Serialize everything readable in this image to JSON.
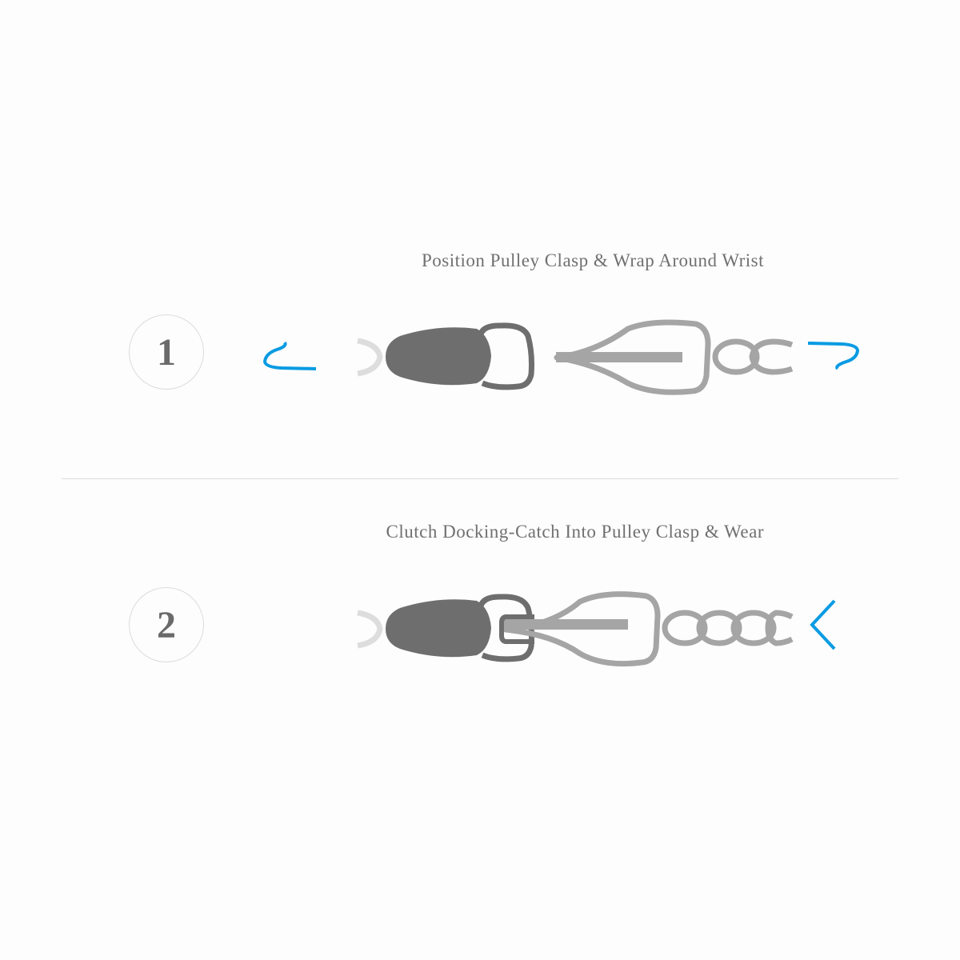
{
  "steps": [
    {
      "number": "1",
      "title": "Position Pulley Clasp & Wrap Around Wrist"
    },
    {
      "number": "2",
      "title": "Clutch Docking-Catch Into Pulley Clasp & Wear"
    }
  ],
  "colors": {
    "accent": "#0a9be2",
    "clutch": "#6e6e6e",
    "pulley": "#a5a5a5",
    "ring": "#dddddd",
    "text": "#707070",
    "divider": "#dcdcdc"
  },
  "icons": {
    "wrap_left": "curved-arrow-icon",
    "wrap_right": "curved-arrow-icon",
    "insert": "chevron-left-icon"
  }
}
